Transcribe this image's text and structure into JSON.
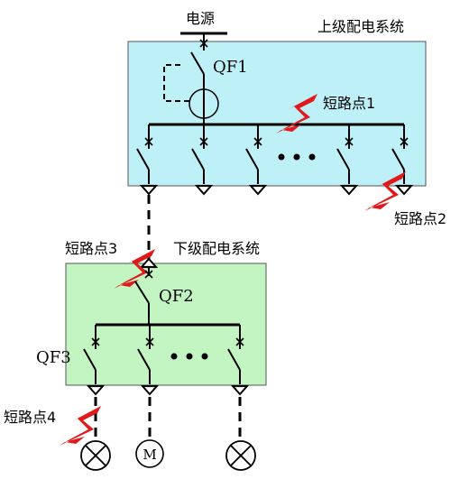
{
  "colors": {
    "upper_box": "#BDF1F7",
    "lower_box": "#C2F5C2",
    "fault_bolt": "#E0191B",
    "line": "#000000"
  },
  "labels": {
    "power_source": "电源",
    "upper_system": "上级配电系统",
    "lower_system": "下级配电系统",
    "qf1": "QF1",
    "qf2": "QF2",
    "qf3": "QF3",
    "fault_1": "短路点1",
    "fault_2": "短路点2",
    "fault_3": "短路点3",
    "fault_4": "短路点4",
    "motor": "M"
  },
  "icons": [
    "lamp-icon",
    "motor-icon",
    "lightning-bolt-icon",
    "circuit-breaker-icon",
    "current-transformer-icon"
  ]
}
